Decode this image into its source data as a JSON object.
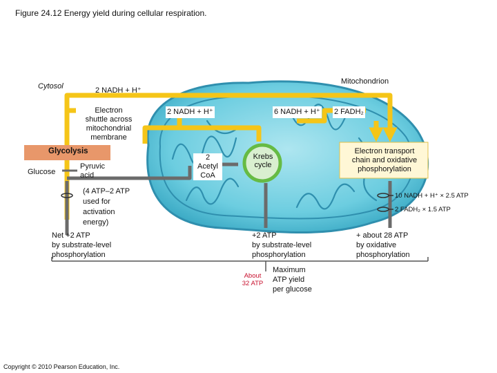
{
  "figure_title": "Figure 24.12  Energy yield during cellular respiration.",
  "cytosol_label": "Cytosol",
  "mitochondrion_label": "Mitochondrion",
  "nadh_top": "2 NADH + H⁺",
  "nadh_middle": "2 NADH + H⁺",
  "nadh_krebs": "6 NADH + H⁺",
  "fadh": "2 FADH₂",
  "electron_shuttle": [
    "Electron",
    "shuttle across",
    "mitochondrial",
    "membrane"
  ],
  "glycolysis": "Glycolysis",
  "glucose": "Glucose",
  "pyruvic_acid": [
    "Pyruvic",
    "acid"
  ],
  "acetyl_coa": [
    "2",
    "Acetyl",
    "CoA"
  ],
  "krebs_cycle": [
    "Krebs",
    "cycle"
  ],
  "etc": [
    "Electron transport",
    "chain and oxidative",
    "phosphorylation"
  ],
  "atp_activation": [
    "(4 ATP–2 ATP",
    "used for",
    "activation",
    "energy)"
  ],
  "net_atp": [
    "Net +2 ATP",
    "by substrate-level",
    "phosphorylation"
  ],
  "krebs_atp": [
    "+2 ATP",
    "by substrate-level",
    "phosphorylation"
  ],
  "oxidative_atp": [
    "+ about 28 ATP",
    "by oxidative",
    "phosphorylation"
  ],
  "nadh_yield": "10 NADH + H⁺ × 2.5 ATP",
  "fadh_yield": "2 FADH₂ × 1.5 ATP",
  "about_atp": [
    "About",
    "32 ATP"
  ],
  "max_yield": [
    "Maximum",
    "ATP yield",
    "per glucose"
  ],
  "copyright": "Copyright © 2010 Pearson Education, Inc.",
  "colors": {
    "arrow_yellow": "#f5c518",
    "arrow_dark": "#6b6b6b",
    "mito_outer": "#5bc8dc",
    "mito_inner": "#8fdcea",
    "glycolysis_box": "#e8976a",
    "krebs_green": "#66bb44",
    "about_red": "#c8102e"
  }
}
